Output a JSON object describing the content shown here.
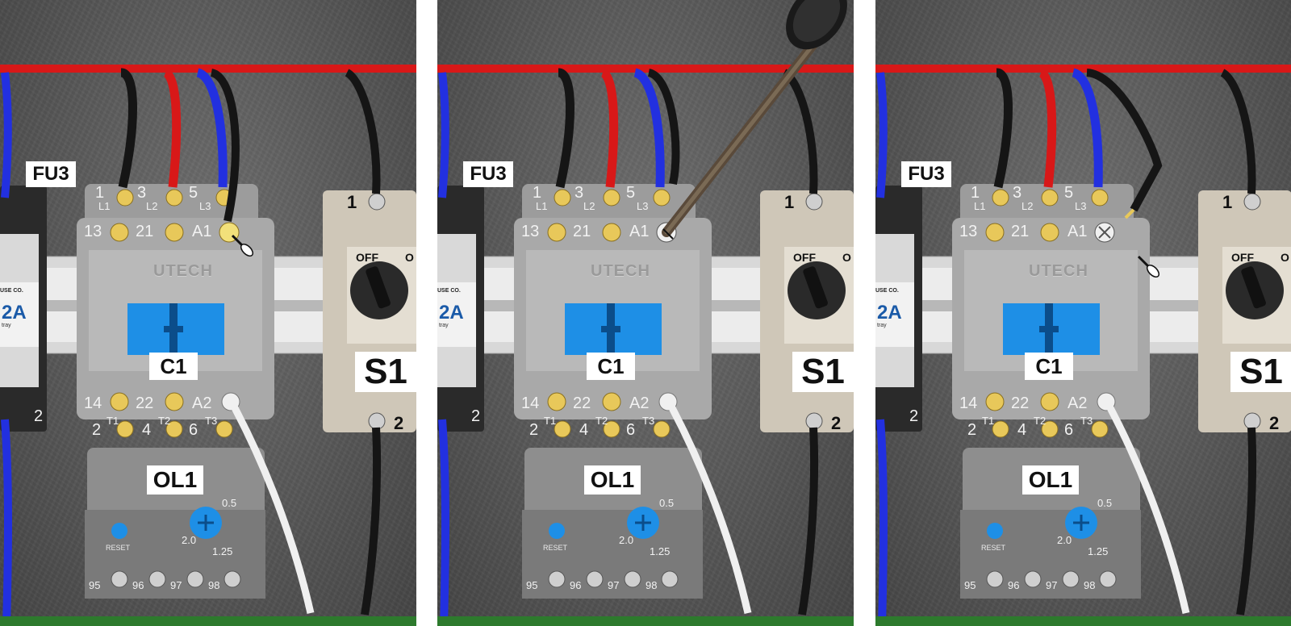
{
  "panels": [
    {
      "fuse": {
        "label": "FU3",
        "brand_partial": "USE CO.",
        "rating_partial": "2A",
        "sub_partial": "tray",
        "bottom_terminal": "2"
      },
      "contactor": {
        "label": "C1",
        "brand": "UTECH",
        "top_terminals": [
          "1",
          "L1",
          "3",
          "L2",
          "5",
          "L3"
        ],
        "aux_top": [
          "13",
          "21",
          "A1"
        ],
        "aux_bottom": [
          "14",
          "22",
          "A2"
        ],
        "bottom_terminals": [
          "2",
          "T1",
          "4",
          "T2",
          "6",
          "T3"
        ]
      },
      "overload": {
        "label": "OL1",
        "reset": "RESET",
        "dial": [
          "0.5",
          "2.0",
          "1.25"
        ],
        "aux": [
          "95",
          "96",
          "97",
          "98"
        ]
      },
      "switch": {
        "label": "S1",
        "top": "1",
        "bottom": "2",
        "off": "OFF",
        "on_partial": "O"
      }
    },
    {
      "fuse": {
        "label": "FU3",
        "brand_partial": "USE CO.",
        "rating_partial": "2A",
        "sub_partial": "tray",
        "bottom_terminal": "2"
      },
      "contactor": {
        "label": "C1",
        "brand": "UTECH",
        "top_terminals": [
          "1",
          "L1",
          "3",
          "L2",
          "5",
          "L3"
        ],
        "aux_top": [
          "13",
          "21",
          "A1"
        ],
        "aux_bottom": [
          "14",
          "22",
          "A2"
        ],
        "bottom_terminals": [
          "2",
          "T1",
          "4",
          "T2",
          "6",
          "T3"
        ]
      },
      "overload": {
        "label": "OL1",
        "reset": "RESET",
        "dial": [
          "0.5",
          "2.0",
          "1.25"
        ],
        "aux": [
          "95",
          "96",
          "97",
          "98"
        ]
      },
      "switch": {
        "label": "S1",
        "top": "1",
        "bottom": "2",
        "off": "OFF",
        "on_partial": "O"
      }
    },
    {
      "fuse": {
        "label": "FU3",
        "brand_partial": "USE CO.",
        "rating_partial": "2A",
        "sub_partial": "tray",
        "bottom_terminal": "2"
      },
      "contactor": {
        "label": "C1",
        "brand": "UTECH",
        "top_terminals": [
          "1",
          "L1",
          "3",
          "L2",
          "5",
          "L3"
        ],
        "aux_top": [
          "13",
          "21",
          "A1"
        ],
        "aux_bottom": [
          "14",
          "22",
          "A2"
        ],
        "bottom_terminals": [
          "2",
          "T1",
          "4",
          "T2",
          "6",
          "T3"
        ]
      },
      "overload": {
        "label": "OL1",
        "reset": "RESET",
        "dial": [
          "0.5",
          "2.0",
          "1.25"
        ],
        "aux": [
          "95",
          "96",
          "97",
          "98"
        ]
      },
      "switch": {
        "label": "S1",
        "top": "1",
        "bottom": "2",
        "off": "OFF",
        "on_partial": "O"
      }
    }
  ],
  "colors": {
    "background": "#5e5e5e",
    "wire_red": "#d81818",
    "wire_blue": "#2230e0",
    "wire_black": "#151515",
    "wire_white": "#f0f0f0",
    "terminal_brass": "#e8c85a",
    "contactor_body": "#a9a9a9",
    "contactor_window": "#1e8fe6",
    "switch_body": "#cfc7b8"
  },
  "icons": [
    "screwdriver-cursor-icon",
    "screwdriver-tool-icon",
    "terminal-screw-icon",
    "reset-button-icon",
    "adjustment-dial-icon"
  ]
}
